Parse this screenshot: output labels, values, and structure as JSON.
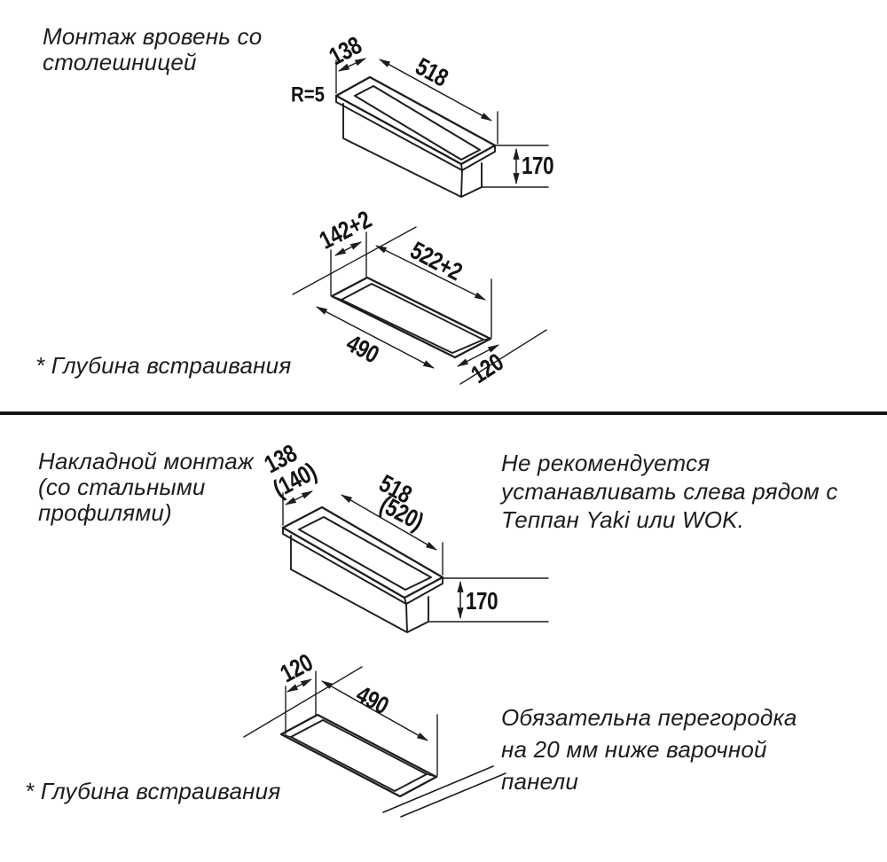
{
  "colors": {
    "ink": "#1d1d1b",
    "paper": "#ffffff"
  },
  "flush": {
    "title_lines": [
      "Монтаж вровень со",
      "столешницей"
    ],
    "footnote": "* Глубина встраивания",
    "unit": {
      "width": "138",
      "length": "518",
      "corner_radius": "R=5",
      "height": "170"
    },
    "cutout": {
      "width": "142+2",
      "length": "522+2",
      "front": "490",
      "side": "120"
    }
  },
  "surface": {
    "title_lines": [
      "Накладной монтаж",
      "(со стальными",
      "профилями)"
    ],
    "warning_lines": [
      "Не рекомендуется",
      "устанавливать слева рядом с",
      "Теппан Yaki или WOK."
    ],
    "partition_lines": [
      "Обязательна перегородка",
      "на 20 мм ниже варочной",
      "панели"
    ],
    "footnote": "* Глубина встраивания",
    "unit": {
      "width": "138",
      "width_alt": "(140)",
      "length": "518",
      "length_alt": "(520)",
      "height": "170"
    },
    "cutout": {
      "width": "120",
      "length": "490"
    }
  }
}
